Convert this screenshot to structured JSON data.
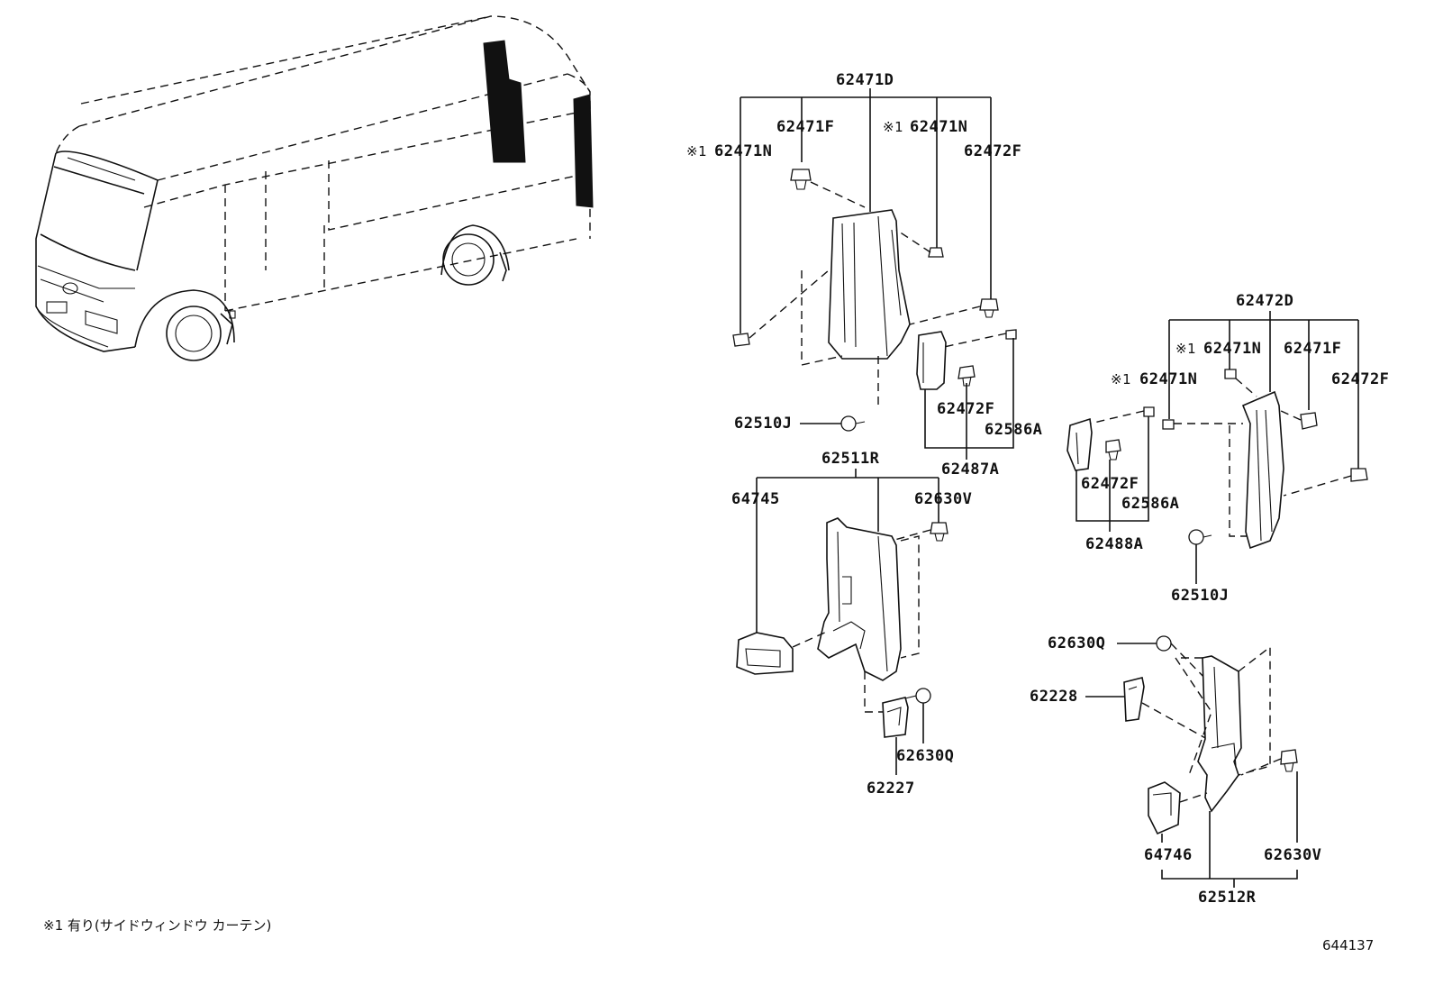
{
  "labels": {
    "l_62471D": "62471D",
    "l_62471F_a": "62471F",
    "l_62471N_a": "62471N",
    "l_62471N_b": "62471N",
    "l_62472F_a": "62472F",
    "l_62472F_b": "62472F",
    "l_62586A_a": "62586A",
    "l_62487A": "62487A",
    "l_62510J_a": "62510J",
    "l_62511R": "62511R",
    "l_64745": "64745",
    "l_62630V_a": "62630V",
    "l_62630Q_a": "62630Q",
    "l_62227": "62227",
    "l_62472D": "62472D",
    "l_62471N_c": "62471N",
    "l_62471N_d": "62471N",
    "l_62471F_b": "62471F",
    "l_62472F_c": "62472F",
    "l_62472F_d": "62472F",
    "l_62586A_b": "62586A",
    "l_62488A": "62488A",
    "l_62510J_b": "62510J",
    "l_62630Q_b": "62630Q",
    "l_62228": "62228",
    "l_64746": "64746",
    "l_62630V_b": "62630V",
    "l_62512R": "62512R"
  },
  "mark": "※1",
  "footnote": "※1 有り(サイドウィンドウ カーテン)",
  "figure_number": "644137"
}
